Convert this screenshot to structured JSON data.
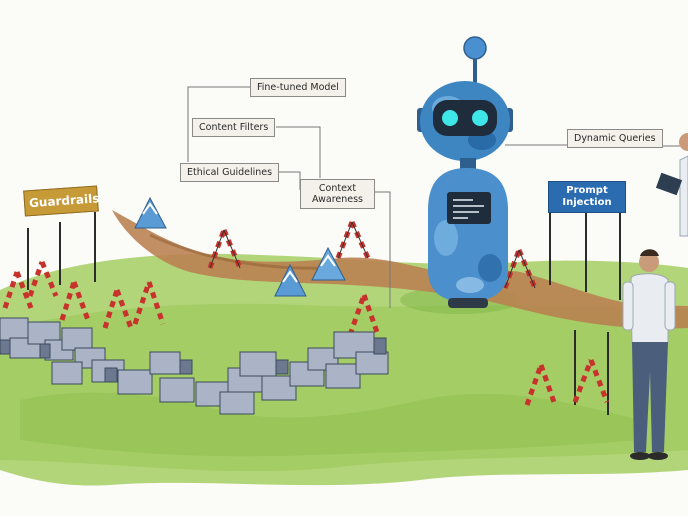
{
  "labels": {
    "fine_tuned_model": "Fine-tuned Model",
    "content_filters": "Content Filters",
    "ethical_guidelines": "Ethical Guidelines",
    "context_awareness": "Context Awareness",
    "dynamic_queries": "Dynamic Queries"
  },
  "signs": {
    "guardrails": "Guardrails",
    "prompt_injection": "Prompt Injection"
  },
  "colors": {
    "grass": "#a9cf6f",
    "path": "#b98050",
    "robot": "#3d86c2",
    "robot_eyes": "#3ee6e8",
    "sign_gold": "#c79a38",
    "sign_blue": "#2b6cb0",
    "barrier_red": "#c8322c",
    "cone": "#5b9bd5"
  }
}
